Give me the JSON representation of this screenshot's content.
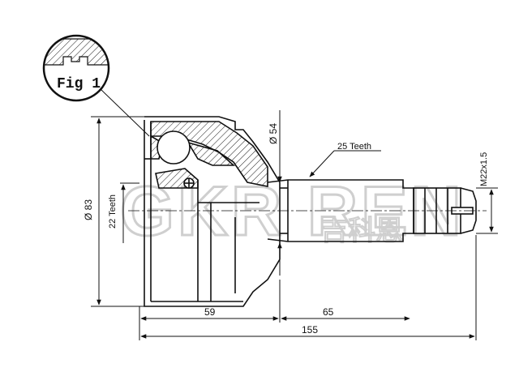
{
  "figure": {
    "label": "Fig 1"
  },
  "watermark": {
    "brand": "GKR REN",
    "subtitle": "吉科恩"
  },
  "dimensions": {
    "outer_diameter": "Ø 83",
    "neck_diameter": "Ø 54",
    "inner_teeth": "22 Teeth",
    "outer_teeth": "25 Teeth",
    "thread": "M22x1.5",
    "housing_length": "59",
    "shaft_length": "65",
    "total_length": "155"
  },
  "colors": {
    "line": "#111111",
    "hatch": "#222222",
    "watermark": "#cfcfcf"
  }
}
